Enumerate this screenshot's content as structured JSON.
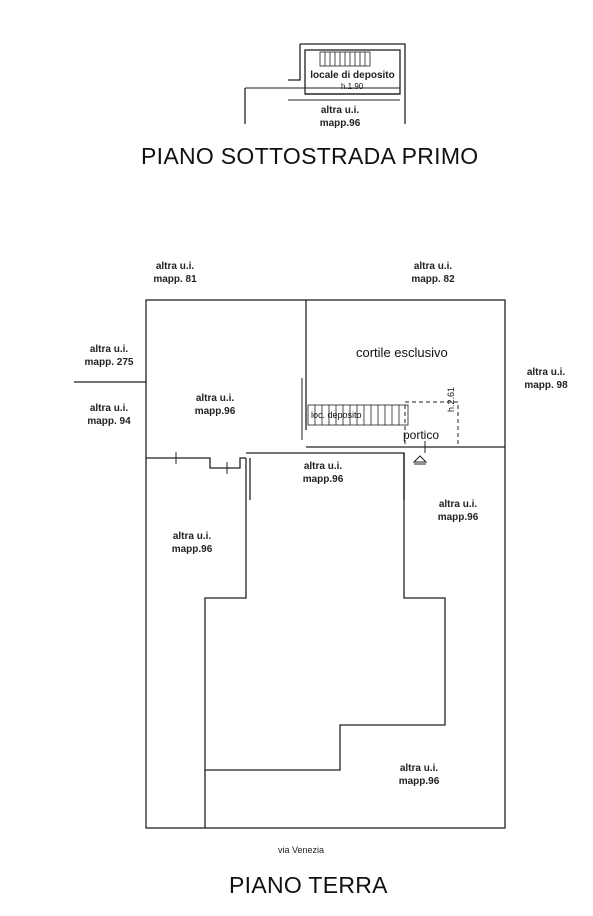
{
  "basement": {
    "room_label": "locale di deposito",
    "room_height": "h.1.90",
    "other_label": "altra u.i.",
    "other_ref": "mapp.96",
    "title": "PIANO SOTTOSTRADA PRIMO"
  },
  "ground": {
    "north_left": {
      "label": "altra u.i.",
      "ref": "mapp. 81"
    },
    "north_right": {
      "label": "altra u.i.",
      "ref": "mapp. 82"
    },
    "west_top": {
      "label": "altra u.i.",
      "ref": "mapp. 275"
    },
    "west_bottom": {
      "label": "altra u.i.",
      "ref": "mapp. 94"
    },
    "east": {
      "label": "altra u.i.",
      "ref": "mapp. 98"
    },
    "inner_nw": {
      "label": "altra u.i.",
      "ref": "mapp.96"
    },
    "inner_center": {
      "label": "altra u.i.",
      "ref": "mapp.96"
    },
    "inner_west": {
      "label": "altra u.i.",
      "ref": "mapp.96"
    },
    "inner_east": {
      "label": "altra u.i.",
      "ref": "mapp.96"
    },
    "inner_se": {
      "label": "altra u.i.",
      "ref": "mapp.96"
    },
    "courtyard": "cortile esclusivo",
    "deposit_small": "loc. deposito",
    "portico": "portico",
    "portico_height": "h.2.61",
    "street": "via Venezia",
    "title": "PIANO TERRA"
  }
}
